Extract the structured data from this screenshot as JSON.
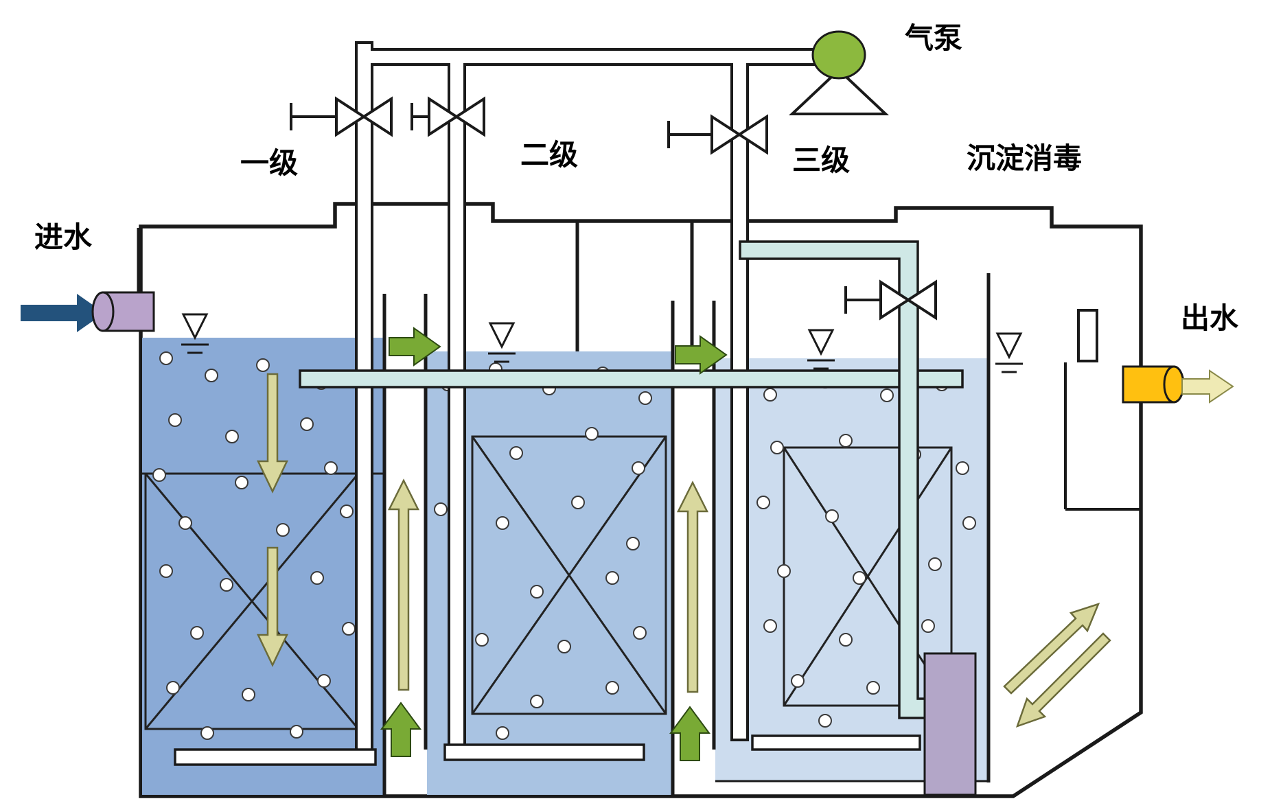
{
  "diagram": {
    "type": "wastewater-treatment-process-flow",
    "labels": {
      "inlet": "进水",
      "outlet": "出水",
      "air_pump": "气泵",
      "stage_1": "一级",
      "stage_2": "二级",
      "stage_3": "三级",
      "settling": "沉淀消毒"
    },
    "colors": {
      "line": "#1a1a1a",
      "tank1_fill": "#8aaad6",
      "tank2_fill": "#a9c3e2",
      "tank3_fill": "#ccdcee",
      "pump_green": "#8cb93e",
      "arrow_green": "#79aa35",
      "arrow_olive": "#d9d89e",
      "arrow_dark_blue": "#23527c",
      "arrow_pale_yellow": "#efeab4",
      "inlet_purple": "#b9a3cb",
      "outlet_yellow": "#ffc010",
      "pipe_cyan": "#cfe8e6",
      "drain_purple": "#b3a6c8"
    }
  }
}
